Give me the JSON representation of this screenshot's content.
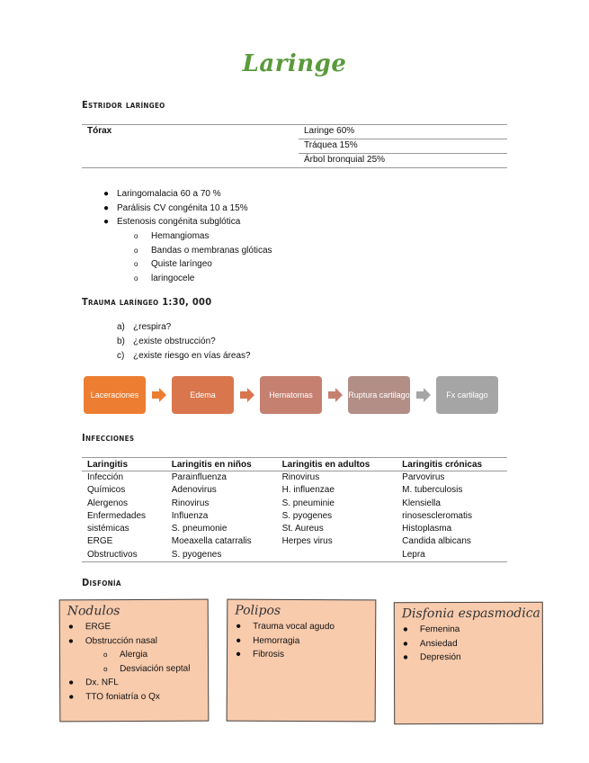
{
  "title": "Laringe",
  "estridor": {
    "heading": "Estridor laríngeo",
    "table": {
      "left": "Tórax",
      "right": [
        "Laringe 60%",
        "Tráquea 15%",
        "Árbol bronquial 25%"
      ]
    },
    "list": [
      {
        "text": "Laringomalacia 60 a 70 %",
        "level": 1
      },
      {
        "text": "Parálisis CV congénita 10 a 15%",
        "level": 1
      },
      {
        "text": "Estenosis congénita subglótica",
        "level": 1
      },
      {
        "text": "Hemangiomas",
        "level": 2
      },
      {
        "text": "Bandas o membranas glóticas",
        "level": 2
      },
      {
        "text": "Quiste laríngeo",
        "level": 2
      },
      {
        "text": "laringocele",
        "level": 2
      }
    ]
  },
  "trauma": {
    "heading": "Trauma laríngeo 1:30, 000",
    "questions": [
      {
        "mark": "a)",
        "text": "¿respira?"
      },
      {
        "mark": "b)",
        "text": "¿existe obstrucción?"
      },
      {
        "mark": "c)",
        "text": "¿existe riesgo en vías áreas?"
      }
    ],
    "flow": [
      {
        "label": "Laceraciones",
        "color": "#ed7d31"
      },
      {
        "label": "Edema",
        "color": "#d9764e"
      },
      {
        "label": "Hematomas",
        "color": "#c58070"
      },
      {
        "label": "Ruptura cartilago",
        "color": "#b38e87"
      },
      {
        "label": "Fx cartilago",
        "color": "#a5a5a5"
      }
    ],
    "arrow_colors": [
      "#ed7d31",
      "#d9764e",
      "#c58070",
      "#a5a5a5"
    ]
  },
  "infecciones": {
    "heading": "Infecciones",
    "columns": [
      "Laringitis",
      "Laringitis en niños",
      "Laringitis en adultos",
      "Laringitis crónicas"
    ],
    "rows": [
      [
        "Infección",
        "Parainfluenza",
        "Rinovirus",
        "Parvovirus"
      ],
      [
        "Químicos",
        "Adenovirus",
        "H. influenzae",
        "M. tuberculosis"
      ],
      [
        "Alergenos",
        "Rinovirus",
        "S. pneuminie",
        "Klensiella"
      ],
      [
        "Enfermedades",
        "Influenza",
        "S. pyogenes",
        "rinosescleromatis"
      ],
      [
        "sistémicas",
        "S. pneumonie",
        "St. Aureus",
        "Histoplasma"
      ],
      [
        "ERGE",
        "Moeaxella catarralis",
        "Herpes virus",
        "Candida albicans"
      ],
      [
        "Obstructivos",
        "S. pyogenes",
        "",
        "Lepra"
      ]
    ]
  },
  "disfonia": {
    "heading": "Disfonía",
    "cards": [
      {
        "title": "Nodulos",
        "items": [
          {
            "text": "ERGE",
            "level": 1
          },
          {
            "text": "Obstrucción nasal",
            "level": 1
          },
          {
            "text": "Alergia",
            "level": 2
          },
          {
            "text": "Desviación septal",
            "level": 2
          },
          {
            "text": "Dx. NFL",
            "level": 1
          },
          {
            "text": "TTO foniatría o Qx",
            "level": 1
          }
        ]
      },
      {
        "title": "Polipos",
        "items": [
          {
            "text": "Trauma vocal agudo",
            "level": 1
          },
          {
            "text": "Hemorragia",
            "level": 1
          },
          {
            "text": "Fibrosis",
            "level": 1
          }
        ]
      },
      {
        "title": "Disfonia espasmodica",
        "items": [
          {
            "text": "Femenina",
            "level": 1
          },
          {
            "text": "Ansiedad",
            "level": 1
          },
          {
            "text": "Depresión",
            "level": 1
          }
        ]
      }
    ],
    "card_color": "#f8cbad"
  }
}
